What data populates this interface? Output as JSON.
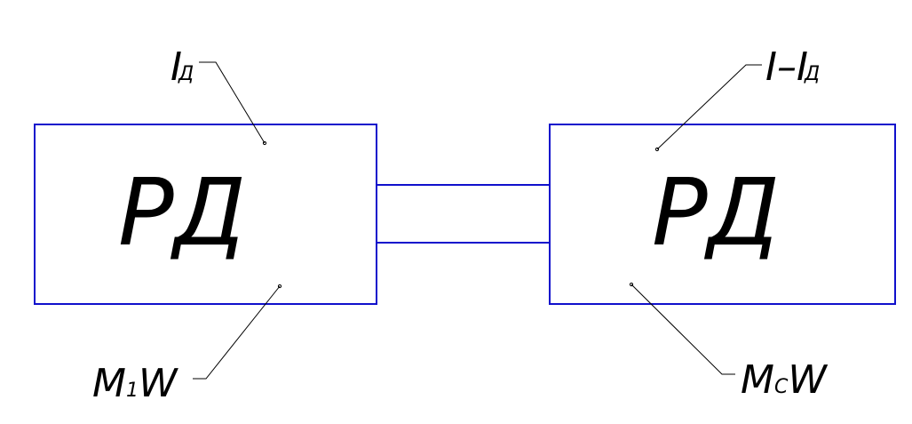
{
  "colors": {
    "outline": "#1010cc",
    "text": "#000000",
    "background": "#ffffff"
  },
  "left_block": {
    "label": "РД"
  },
  "right_block": {
    "label": "РД"
  },
  "callouts": {
    "top_left": {
      "main": "I",
      "sub": "Д"
    },
    "top_right": {
      "main": "I–I",
      "sub": "Д"
    },
    "bottom_left": {
      "pre": "M",
      "sub": "1",
      "post": "W"
    },
    "bottom_right": {
      "pre": "M",
      "sub": "C",
      "post": "W"
    }
  }
}
